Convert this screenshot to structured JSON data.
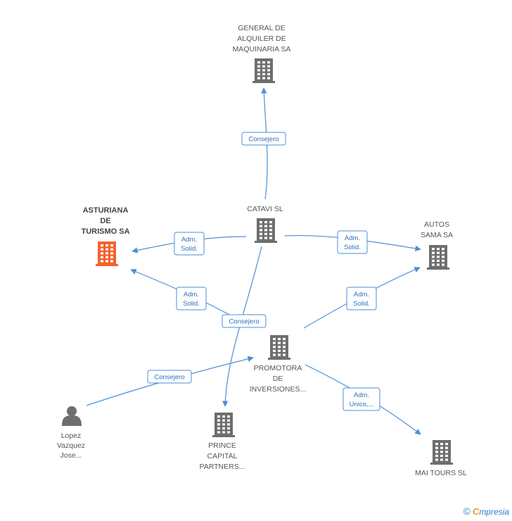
{
  "colors": {
    "building": "#6e6e6e",
    "focus_building": "#f4622c",
    "person": "#6e6e6e",
    "edge": "#4a8fd8"
  },
  "nodes": [
    {
      "id": "general",
      "type": "company",
      "label": [
        "GENERAL DE",
        "ALQUILER DE",
        "MAQUINARIA SA"
      ]
    },
    {
      "id": "catavi",
      "type": "company",
      "label": [
        "CATAVI SL"
      ]
    },
    {
      "id": "asturiana",
      "type": "company",
      "focus": true,
      "label": [
        "ASTURIANA",
        "DE",
        "TURISMO SA"
      ]
    },
    {
      "id": "autos",
      "type": "company",
      "label": [
        "AUTOS",
        "SAMA SA"
      ]
    },
    {
      "id": "promotora",
      "type": "company",
      "label": [
        "PROMOTORA",
        "DE",
        "INVERSIONES..."
      ]
    },
    {
      "id": "lopez",
      "type": "person",
      "label": [
        "Lopez",
        "Vazquez",
        "Jose..."
      ]
    },
    {
      "id": "prince",
      "type": "company",
      "label": [
        "PRINCE",
        "CAPITAL",
        "PARTNERS..."
      ]
    },
    {
      "id": "mai",
      "type": "company",
      "label": [
        "MAI TOURS SL"
      ]
    }
  ],
  "edges": [
    {
      "id": "catavi-general",
      "from": "catavi",
      "to": "general",
      "label": [
        "Consejero"
      ]
    },
    {
      "id": "catavi-asturiana",
      "from": "catavi",
      "to": "asturiana",
      "label": [
        "Adm.",
        "Solid."
      ]
    },
    {
      "id": "catavi-autos",
      "from": "catavi",
      "to": "autos",
      "label": [
        "Adm.",
        "Solid."
      ]
    },
    {
      "id": "promotora-asturiana",
      "from": "promotora",
      "to": "asturiana",
      "label": [
        "Adm.",
        "Solid."
      ]
    },
    {
      "id": "catavi-prince",
      "from": "catavi",
      "to": "prince",
      "label": [
        "Consejero"
      ]
    },
    {
      "id": "promotora-autos",
      "from": "promotora",
      "to": "autos",
      "label": [
        "Adm.",
        "Solid."
      ]
    },
    {
      "id": "lopez-promotora",
      "from": "lopez",
      "to": "promotora",
      "label": [
        "Consejero"
      ]
    },
    {
      "id": "promotora-mai",
      "from": "promotora",
      "to": "mai",
      "label": [
        "Adm.",
        "Unico,..."
      ]
    }
  ],
  "footer": {
    "copyright": "©",
    "brand_first": "C",
    "brand_rest": "mpresia"
  }
}
